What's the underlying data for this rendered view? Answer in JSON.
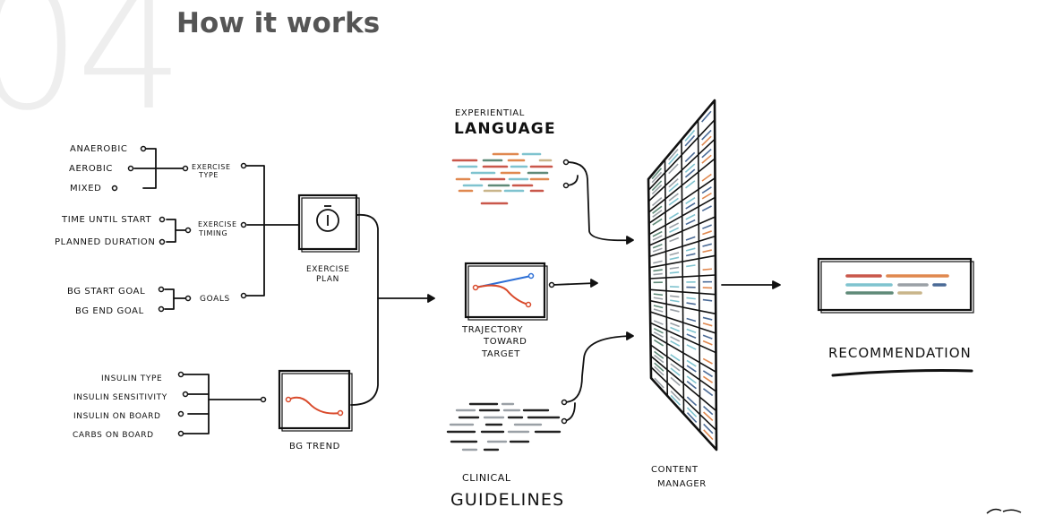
{
  "page": {
    "number": "04",
    "title": "How it works"
  },
  "inputs": {
    "exercise_types": [
      "ANAEROBIC",
      "AEROBIC",
      "MIXED"
    ],
    "exercise_type_label": [
      "EXERCISE",
      "TYPE"
    ],
    "timing_items": [
      "TIME UNTIL START",
      "PLANNED DURATION"
    ],
    "exercise_timing_label": [
      "EXERCISE",
      "TIMING"
    ],
    "goal_items": [
      "BG START GOAL",
      "BG END GOAL"
    ],
    "goals_label": "GOALS",
    "insulin_items": [
      "INSULIN TYPE",
      "INSULIN SENSITIVITY",
      "INSULIN ON BOARD",
      "CARBS ON BOARD"
    ]
  },
  "nodes": {
    "exercise_plan_label": [
      "EXERCISE",
      "PLAN"
    ],
    "bg_trend_label": "BG TREND",
    "trajectory_label": [
      "TRAJECTORY",
      "TOWARD",
      "TARGET"
    ],
    "experiential_small": "EXPERIENTIAL",
    "experiential_big": "LANGUAGE",
    "clinical_small": "CLINICAL",
    "clinical_big": "GUIDELINES",
    "content_manager_label": [
      "CONTENT",
      "MANAGER"
    ],
    "recommendation_label": "RECOMMENDATION"
  },
  "colors": {
    "ink": "#111111",
    "accent_red": "#d94a2b",
    "accent_blue": "#2d6fd6",
    "big_number": "#eeeeee",
    "title": "#555555",
    "palette": [
      "#c9574a",
      "#e0884f",
      "#7fc3cf",
      "#5f8a78",
      "#c9b58a",
      "#4a6a96",
      "#9aa0a6"
    ]
  }
}
